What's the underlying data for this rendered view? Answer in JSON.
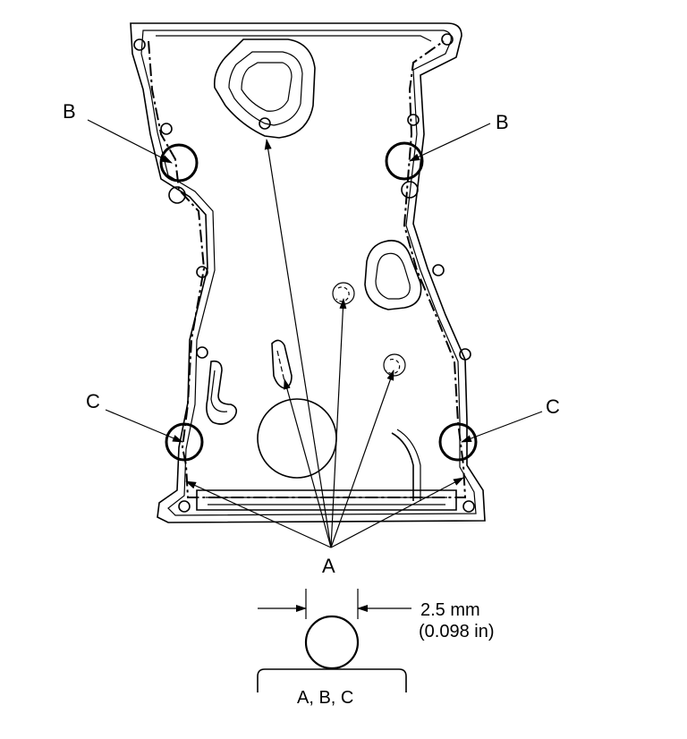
{
  "labels": {
    "a": "A",
    "b": "B",
    "c": "C"
  },
  "dimension": {
    "value_mm": "2.5 mm",
    "value_in": "(0.098 in)",
    "applies_to": "A, B, C"
  }
}
